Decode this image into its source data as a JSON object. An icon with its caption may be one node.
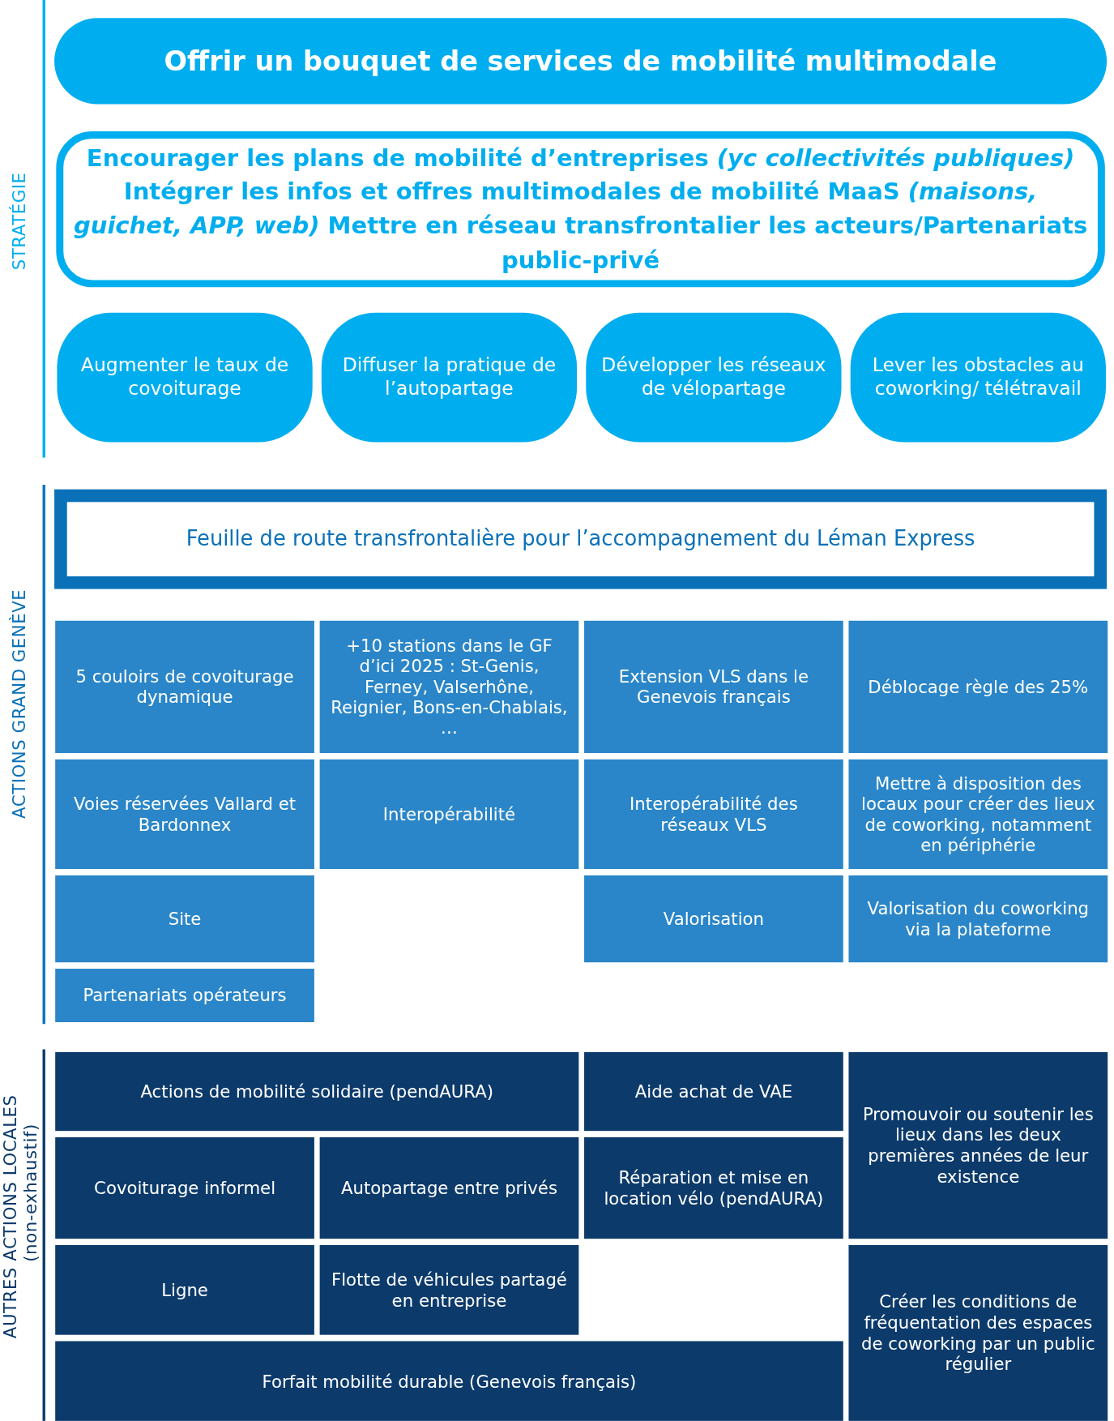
{
  "diagram": {
    "nodes": [
      {
        "text": [
          "Offrir un bouquet de services de mobilité multimodale"
        ]
      },
      {
        "text": [
          "Encourager les plans de mobilité d’entreprises *(yc collectivités publiques)* Intégrer les infos et offres multimodales de mobilité MaaS *(maisons, guichet, APP, web)* Mettre en réseau transfrontalier les acteurs/Partenariats public-privé"
        ]
      },
      {
        "text": [
          "Augmenter le taux de covoiturage"
        ]
      },
      {
        "text": [
          "Diffuser la pratique de l’autopartage"
        ]
      },
      {
        "text": [
          "Développer les réseaux de vélopartage"
        ]
      },
      {
        "text": [
          "Lever les obstacles au coworking/ télétravail"
        ]
      },
      {
        "text": [
          "Feuille de route transfrontalière pour l’accompagnement du Léman Express"
        ]
      },
      {
        "text": [
          "5 couloirs de covoiturage dynamique"
        ]
      },
      {
        "text": [
          "+10 stations dans le GF d’ici 2025 : St-Genis, Ferney, Valserhône, Reignier, Bons-en-Chablais, …"
        ]
      },
      {
        "text": [
          "Extension VLS dans le Genevois français"
        ]
      },
      {
        "text": [
          "Déblocage règle des 25%"
        ]
      },
      {
        "text": [
          "Voies réservées Vallard et Bardonnex"
        ]
      },
      {
        "text": [
          "Interopérabilité"
        ]
      },
      {
        "text": [
          "Interopérabilité des réseaux VLS"
        ]
      },
      {
        "text": [
          "Mettre à disposition des locaux pour créer des lieux de coworking, notamment en périphérie"
        ]
      },
      {
        "text": [
          "Site"
        ]
      },
      {
        "text": [
          "Valorisation"
        ]
      },
      {
        "text": [
          "Valorisation du coworking via la plateforme"
        ]
      },
      {
        "text": [
          "Partenariats opérateurs"
        ]
      },
      {
        "text": [
          "Actions de mobilité solidaire (pendAURA)"
        ]
      },
      {
        "text": [
          "Aide achat de VAE"
        ]
      },
      {
        "text": [
          "Promouvoir ou soutenir les lieux dans les deux premières années de leur existence"
        ]
      },
      {
        "text": [
          "Covoiturage informel"
        ]
      },
      {
        "text": [
          "Autopartage entre privés"
        ]
      },
      {
        "text": [
          "Réparation et mise en location vélo (pendAURA)"
        ]
      },
      {
        "text": [
          "Ligne"
        ]
      },
      {
        "text": [
          "Flotte de véhicules partagé en entreprise"
        ]
      },
      {
        "text": [
          "Créer les conditions de fréquentation des espaces de coworking par un public régulier"
        ]
      },
      {
        "text": [
          "Forfait mobilité durable (Genevois français)"
        ]
      }
    ],
    "labels": [
      "STRATÉGIE",
      "ACTIONS GRAND GENÈVE",
      "AUTRES ACTIONS LOCALES",
      "(non-exhaustif)"
    ]
  }
}
